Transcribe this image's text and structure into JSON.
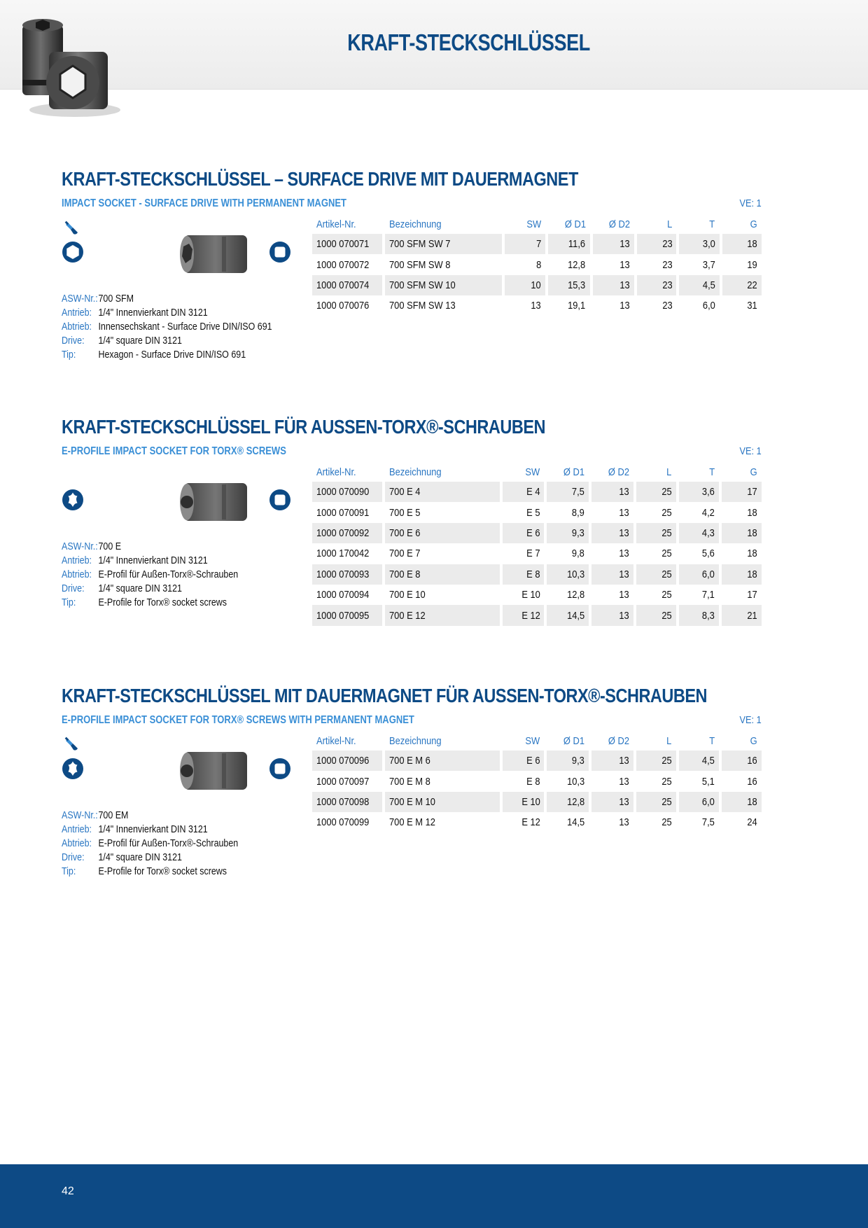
{
  "header": {
    "title": "KRAFT-STECKSCHLÜSSEL"
  },
  "footer": {
    "page_number": "42"
  },
  "table_headers": [
    "Artikel-Nr.",
    "Bezeichnung",
    "SW",
    "Ø D1",
    "Ø D2",
    "L",
    "T",
    "G"
  ],
  "sections": [
    {
      "title": "KRAFT-STECKSCHLÜSSEL – SURFACE DRIVE MIT DAUERMAGNET",
      "subtitle": "IMPACT SOCKET - SURFACE DRIVE WITH PERMANENT MAGNET",
      "ve": "VE: 1",
      "magnet": true,
      "tip_icon": "hexagon-icon",
      "drive_icon": "square-drive-icon",
      "specs": [
        {
          "label": "ASW-Nr.:",
          "value": "700 SFM"
        },
        {
          "label": "Antrieb:",
          "value": "1/4\" Innenvierkant DIN 3121"
        },
        {
          "label": "Abtrieb:",
          "value": "Innensechskant - Surface Drive DIN/ISO 691"
        },
        {
          "label": "Drive:",
          "value": "1/4\" square DIN 3121"
        },
        {
          "label": "Tip:",
          "value": "Hexagon - Surface Drive DIN/ISO 691"
        }
      ],
      "rows": [
        [
          "1000 070071",
          "700 SFM SW 7",
          "7",
          "11,6",
          "13",
          "23",
          "3,0",
          "18"
        ],
        [
          "1000 070072",
          "700 SFM SW 8",
          "8",
          "12,8",
          "13",
          "23",
          "3,7",
          "19"
        ],
        [
          "1000 070074",
          "700 SFM SW 10",
          "10",
          "15,3",
          "13",
          "23",
          "4,5",
          "22"
        ],
        [
          "1000 070076",
          "700 SFM SW 13",
          "13",
          "19,1",
          "13",
          "23",
          "6,0",
          "31"
        ]
      ]
    },
    {
      "title": "KRAFT-STECKSCHLÜSSEL FÜR AUSSEN-TORX®-SCHRAUBEN",
      "subtitle": "E-PROFILE IMPACT SOCKET FOR TORX® SCREWS",
      "ve": "VE: 1",
      "magnet": false,
      "tip_icon": "torx-icon",
      "drive_icon": "square-drive-icon",
      "specs": [
        {
          "label": "ASW-Nr.:",
          "value": "700 E"
        },
        {
          "label": "Antrieb:",
          "value": "1/4\" Innenvierkant DIN 3121"
        },
        {
          "label": "Abtrieb:",
          "value": "E-Profil für Außen-Torx®-Schrauben"
        },
        {
          "label": "Drive:",
          "value": "1/4\" square DIN 3121"
        },
        {
          "label": "Tip:",
          "value": "E-Profile for Torx® socket screws"
        }
      ],
      "rows": [
        [
          "1000 070090",
          "700 E 4",
          "E 4",
          "7,5",
          "13",
          "25",
          "3,6",
          "17"
        ],
        [
          "1000 070091",
          "700 E 5",
          "E 5",
          "8,9",
          "13",
          "25",
          "4,2",
          "18"
        ],
        [
          "1000 070092",
          "700 E 6",
          "E 6",
          "9,3",
          "13",
          "25",
          "4,3",
          "18"
        ],
        [
          "1000 170042",
          "700 E 7",
          "E 7",
          "9,8",
          "13",
          "25",
          "5,6",
          "18"
        ],
        [
          "1000 070093",
          "700 E 8",
          "E 8",
          "10,3",
          "13",
          "25",
          "6,0",
          "18"
        ],
        [
          "1000 070094",
          "700 E 10",
          "E 10",
          "12,8",
          "13",
          "25",
          "7,1",
          "17"
        ],
        [
          "1000 070095",
          "700 E 12",
          "E 12",
          "14,5",
          "13",
          "25",
          "8,3",
          "21"
        ]
      ]
    },
    {
      "title": "KRAFT-STECKSCHLÜSSEL MIT DAUERMAGNET FÜR AUSSEN-TORX®-SCHRAUBEN",
      "subtitle": "E-PROFILE IMPACT SOCKET FOR TORX® SCREWS WITH PERMANENT MAGNET",
      "ve": "VE: 1",
      "magnet": true,
      "tip_icon": "torx-icon",
      "drive_icon": "square-drive-icon",
      "specs": [
        {
          "label": "ASW-Nr.:",
          "value": "700 EM"
        },
        {
          "label": "Antrieb:",
          "value": "1/4\" Innenvierkant DIN 3121"
        },
        {
          "label": "Abtrieb:",
          "value": "E-Profil für Außen-Torx®-Schrauben"
        },
        {
          "label": "Drive:",
          "value": "1/4\" square DIN 3121"
        },
        {
          "label": "Tip:",
          "value": "E-Profile for Torx® socket screws"
        }
      ],
      "rows": [
        [
          "1000 070096",
          "700 E M 6",
          "E 6",
          "9,3",
          "13",
          "25",
          "4,5",
          "16"
        ],
        [
          "1000 070097",
          "700 E M 8",
          "E 8",
          "10,3",
          "13",
          "25",
          "5,1",
          "16"
        ],
        [
          "1000 070098",
          "700 E M 10",
          "E 10",
          "12,8",
          "13",
          "25",
          "6,0",
          "18"
        ],
        [
          "1000 070099",
          "700 E M 12",
          "E 12",
          "14,5",
          "13",
          "25",
          "7,5",
          "24"
        ]
      ]
    }
  ]
}
